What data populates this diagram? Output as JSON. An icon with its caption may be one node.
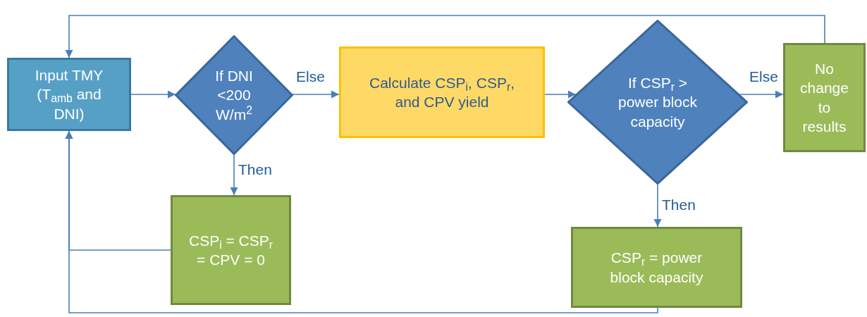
{
  "diagram": {
    "nodes": [
      {
        "text": [
          "Input TMY (T$_{amb}$ and DNI)"
        ]
      },
      {
        "text": [
          "If DNI <200 W/m$^{2}$"
        ]
      },
      {
        "text": [
          "Calculate CSP$_{i}$, CSP$_{r}$, and CPV yield"
        ]
      },
      {
        "text": [
          "If CSP$_{r}$ > power block capacity"
        ]
      },
      {
        "text": [
          "No change to results"
        ]
      },
      {
        "text": [
          "CSP$_{i}$ = CSP$_{r}$ = CPV = 0"
        ]
      },
      {
        "text": [
          "CSP$_{r}$ = power block capacity"
        ]
      }
    ],
    "edges": [
      {
        "from": 0,
        "to": 1,
        "arrow": "to"
      },
      {
        "from": 1,
        "to": 2,
        "arrow": "to",
        "label": "Else"
      },
      {
        "from": 1,
        "to": 5,
        "arrow": "to",
        "label": "Then"
      },
      {
        "from": 2,
        "to": 3,
        "arrow": "to"
      },
      {
        "from": 3,
        "to": 4,
        "arrow": "to",
        "label": "Else"
      },
      {
        "from": 3,
        "to": 6,
        "arrow": "to",
        "label": "Then"
      },
      {
        "from": 4,
        "to": 0,
        "arrow": "to"
      },
      {
        "from": 5,
        "to": 0,
        "arrow": "to"
      },
      {
        "from": 6,
        "to": 0,
        "arrow": "to"
      }
    ]
  }
}
